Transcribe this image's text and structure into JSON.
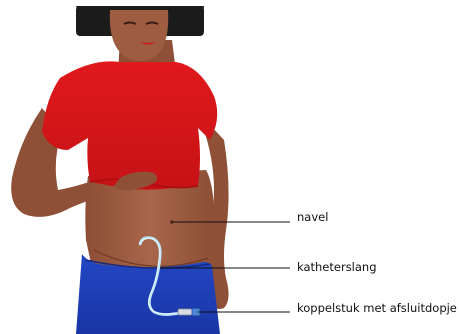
{
  "diagram": {
    "labels": {
      "navel": "navel",
      "catheter_tube": "katheterslang",
      "connector": "koppelstuk met afsluitdopje"
    },
    "colors": {
      "skin": "#9b5a3e",
      "skin_shadow": "#7d4530",
      "shirt": "#d81418",
      "shirt_dark": "#b50f12",
      "pants": "#1f3fb8",
      "pants_dark": "#17309a",
      "hair": "#1b1b1b",
      "catheter": "#a9dcf5",
      "leader_line": "#111111"
    }
  }
}
